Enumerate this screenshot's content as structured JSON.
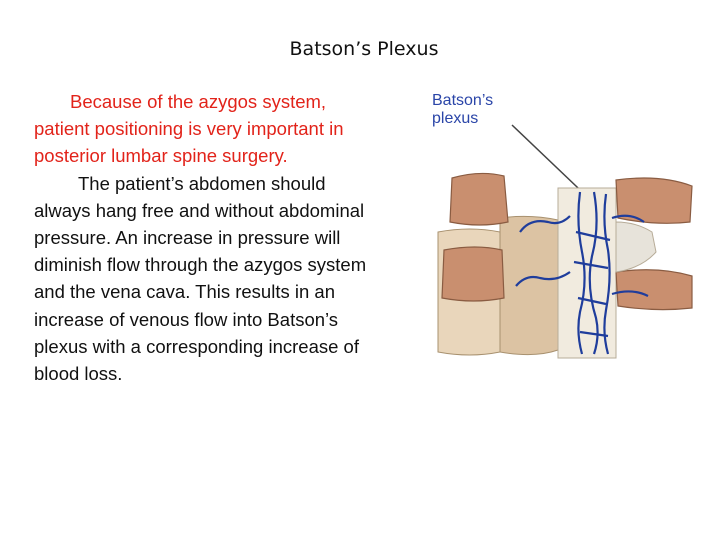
{
  "slide": {
    "title": "Batson’s Plexus",
    "paragraph1": "Because of the azygos system, patient positioning is very important in posterior lumbar spine surgery.",
    "paragraph2": "The patient’s abdomen should always hang free and without abdominal pressure. An increase in pressure will diminish flow through the azygos system and the vena cava. This results in an increase of venous flow into Batson’s plexus with a corresponding increase of blood loss."
  },
  "figure": {
    "label_line1": "Batson’s",
    "label_line2": "plexus"
  },
  "colors": {
    "highlight_text": "#e2231a",
    "label_text": "#2a45a8",
    "vein": "#1f3d9c",
    "disc": "#c98f6f"
  }
}
